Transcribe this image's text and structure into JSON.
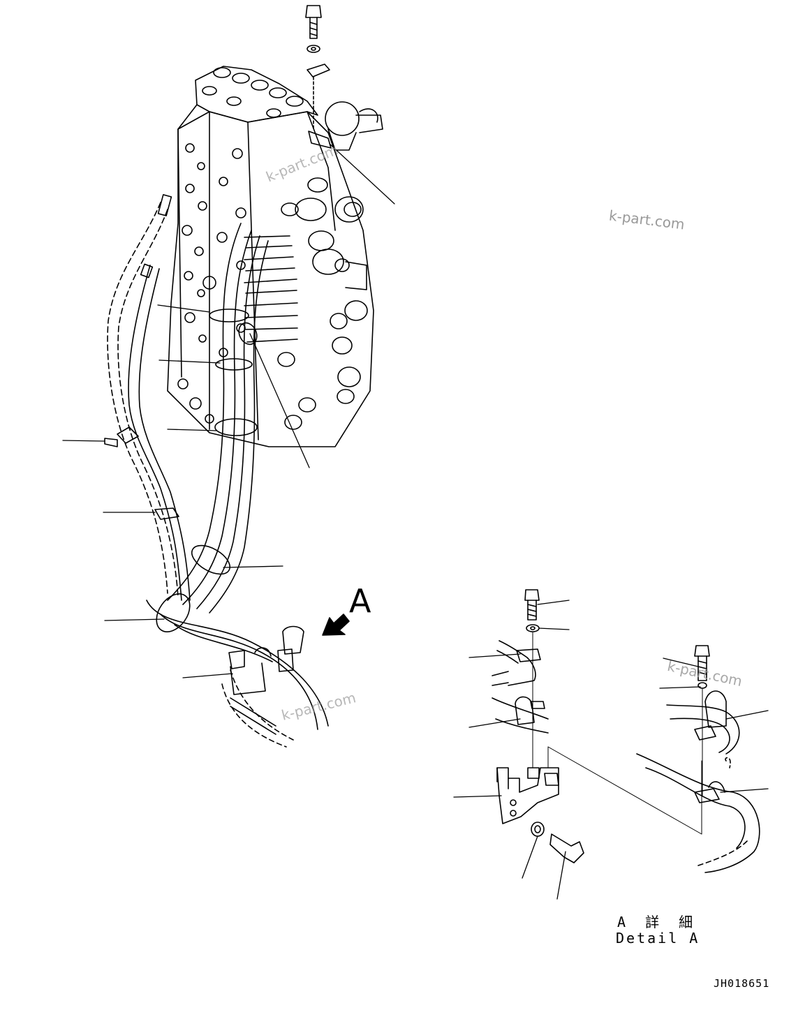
{
  "view": {
    "arrow_letter": "A"
  },
  "detail": {
    "title_jp": "A 詳 細",
    "title_en": "Detail A"
  },
  "drawing_code": "JH018651",
  "watermark": "k-part.com",
  "colors": {
    "line": "#000000",
    "watermark": "#9a9a9a",
    "background": "#ffffff"
  }
}
